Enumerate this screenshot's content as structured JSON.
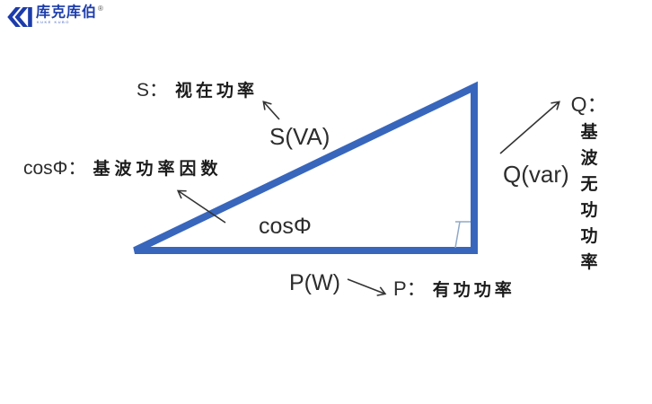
{
  "logo": {
    "brand": "库克库伯",
    "registered": "®",
    "subtext": "KUKE KUBO"
  },
  "colors": {
    "triangle_blue": "#3866bc",
    "brand_blue": "#1c3cab",
    "annotation_black": "#1b1b1b",
    "arrow_gray": "#333333",
    "right_angle_mark": "#8fa9c9"
  },
  "diagram": {
    "sides": {
      "hypotenuse_label": "S(VA)",
      "base_label": "P(W)",
      "vertical_label": "Q(var)",
      "angle_label": "cosΦ"
    },
    "annotations": {
      "s": {
        "symbol": "S：",
        "text": "视在功率"
      },
      "cos": {
        "symbol": "cosΦ：",
        "text": "基波功率因数"
      },
      "p": {
        "symbol": "P：",
        "text": "有功功率"
      },
      "q": {
        "symbol": "Q：",
        "chars": [
          "基",
          "波",
          "无",
          "功",
          "功",
          "率"
        ]
      }
    }
  }
}
